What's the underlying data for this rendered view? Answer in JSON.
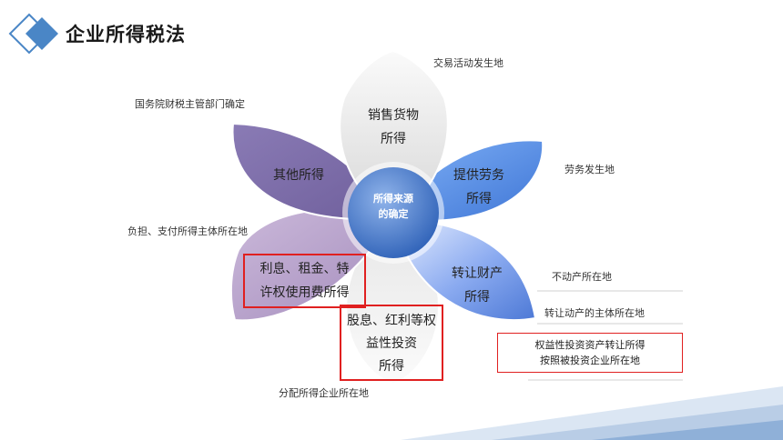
{
  "title": "企业所得税法",
  "colors": {
    "accent_blue": "#4a86c6",
    "highlight_red": "#e02020",
    "petal_top": "#efefef",
    "petal_purple": "#7f6fa8",
    "petal_blue": "#5d95e8",
    "petal_light_purple": "#b7a3c9",
    "petal_light_blue": "#5f88de",
    "petal_bottom": "#d9d9d9",
    "center": "#3f73c6"
  },
  "center": {
    "line1": "所得来源",
    "line2": "的确定"
  },
  "petals": {
    "top": {
      "line1": "销售货物",
      "line2": "所得"
    },
    "upper_left": {
      "line1": "其他所得"
    },
    "upper_right": {
      "line1": "提供劳务",
      "line2": "所得"
    },
    "lower_left": {
      "line1": "利息、租金、特",
      "line2": "许权使用费所得"
    },
    "lower_right": {
      "line1": "转让财产",
      "line2": "所得"
    },
    "bottom": {
      "line1": "股息、红利等权",
      "line2": "益性投资",
      "line3": "所得"
    }
  },
  "notes": {
    "sales": "交易活动发生地",
    "other": "国务院财税主管部门确定",
    "services": "劳务发生地",
    "interest": "负担、支付所得主体所在地",
    "real_estate": "不动产所在地",
    "movable": "转让动产的主体所在地",
    "equity_line1": "权益性投资资产转让所得",
    "equity_line2": "按照被投资企业所在地",
    "dividend": "分配所得企业所在地"
  }
}
